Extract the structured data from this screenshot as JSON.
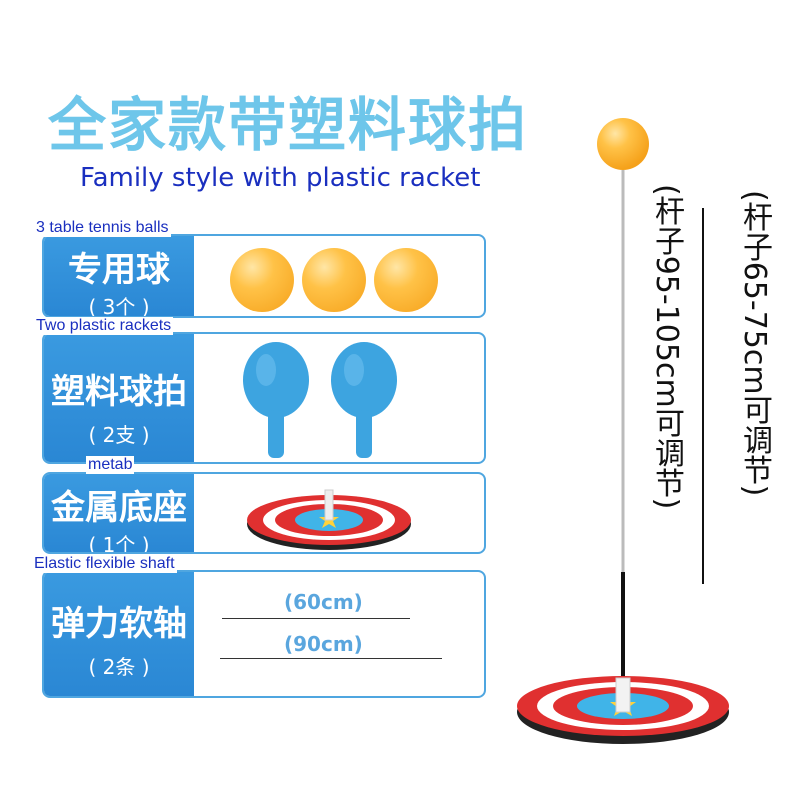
{
  "title_cn": "全家款带塑料球拍",
  "title_en": "Family style with plastic racket",
  "rows": [
    {
      "tag": "3 table tennis balls",
      "main": "专用球",
      "sub": "( 3个 )"
    },
    {
      "tag": "Two plastic rackets",
      "main": "塑料球拍",
      "sub": "( 2支 )"
    },
    {
      "tag": "metab",
      "main": "金属底座",
      "sub": "( 1个 )"
    },
    {
      "tag": "Elastic flexible shaft",
      "main": "弹力软轴",
      "sub": "( 2条 )"
    }
  ],
  "shaft_lengths": [
    "(60cm)",
    "(90cm)"
  ],
  "pole_labels": [
    "(杆子95-105cm可调节)",
    "(杆子65-75cm可调节)"
  ],
  "colors": {
    "title": "#6ec6ea",
    "english": "#1a2fbf",
    "label_bg": "#2a87d4",
    "ball": "#ffc247",
    "paddle": "#3da4e0"
  }
}
